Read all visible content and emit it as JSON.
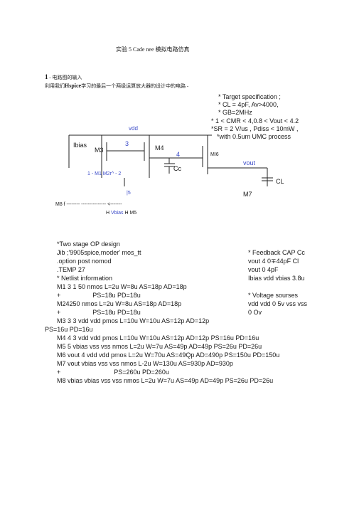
{
  "title": "实验 5 Cade nee 模拟电路仿真",
  "section": {
    "number": "1",
    "heading": "- 电路图的输入",
    "intro_prefix": "利用我们",
    "intro_bold": "Hspice",
    "intro_suffix": "学习的最后一个两级运算放大器的设计中的电路 -"
  },
  "spec_lines": [
    "* Target specification ;",
    "* CL = 4pF, Av>4000,",
    "* GB=2MHz",
    "* 1 < CMR < 4,0.8 < Vout < 4.2",
    "*SR = 2 V/us , Pdiss < 10mW ,",
    "*with 0.5um UMC process"
  ],
  "schematic": {
    "vdd": "vdd",
    "ibias": "Ibias",
    "m3": "M3",
    "m4": "M4",
    "node3": "3",
    "node4": "4",
    "cc": "Cc",
    "mi6": "MI6",
    "vout": "vout",
    "cl": "CL",
    "m7": "M7",
    "m1m2": "1 - M1 M2r^ - 2",
    "node5": "|5",
    "m8_line": "M8 f -------- --------------- <-------",
    "bottom_prefix": "H ",
    "vbias": "Vbias",
    "bottom_suffix": " H M5"
  },
  "netlist_left": [
    "*Two stage OP design",
    "Jib ;'9905spice,moder' mos_tt",
    ".option post nomod",
    ".TEMP 27",
    "* Netlist information",
    "M1 3 1 50 nmos L=2u W=8u AS=18p AD=18p",
    "+                  PS=18u PD=18u",
    "M24250 nmos L=2u W=8u AS=18p AD=18p",
    "+                  PS=18u PD=18u",
    "M3 3 3 vdd vdd pmos L=10u W=10u AS=12p AD=12p"
  ],
  "netlist_right": [
    "* Feedback CAP Cc",
    "vout 4 0∓44pF Cl",
    "vout 0 4pF",
    "Ibias vdd vbias 3.8u",
    "",
    "* Voltage sourses",
    "vdd vdd 0 5v vss vss",
    "0 Ov"
  ],
  "netlist_wrap": "PS=16u PD=16u",
  "netlist_rest": [
    "M4 4 3 vdd vdd pmos L=10u W=10u AS=12p AD=12p PS=16u PD=16u",
    "M5 5 vbias vss vss nmos L=2u W=7u AS=49p AD=49p PS=26u PD=26u",
    "M6 vout 4 vdd vdd pmos L=2u W=70u AS=49Qp AD=490p PS=150u PD=150u",
    "M7 vout vbias vss vss nmos L-2u W=130u AS=930p AD=930p",
    "+                              PS=260u PD=260u",
    "M8 vbias vbias vss vss nmos L=2u W=7u AS=49p AD=49p PS=26u PD=26u"
  ]
}
